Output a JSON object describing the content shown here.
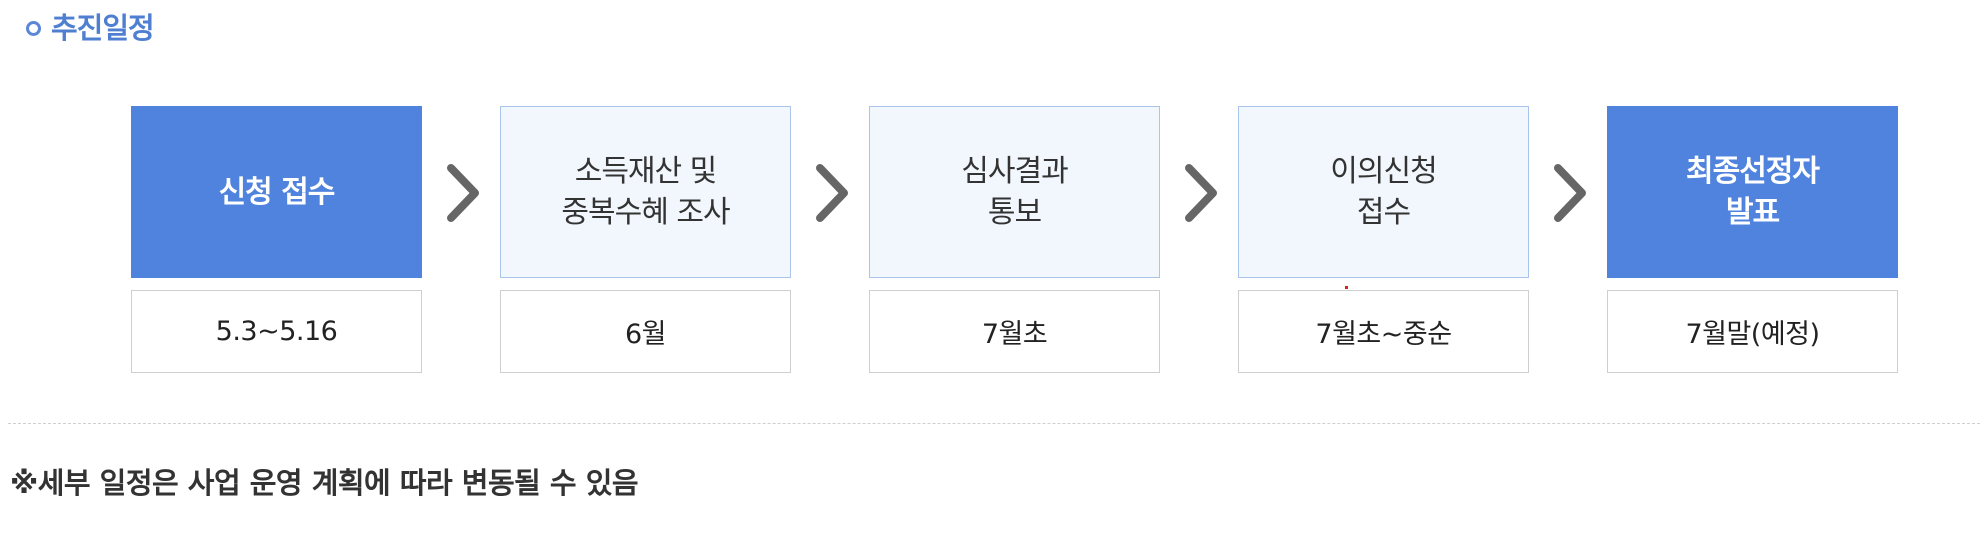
{
  "section": {
    "title": "추진일정"
  },
  "steps": [
    {
      "label": "신청 접수",
      "date": "5.3~5.16"
    },
    {
      "label": "소득재산 및\n중복수혜 조사",
      "date": "6월"
    },
    {
      "label": "심사결과\n통보",
      "date": "7월초"
    },
    {
      "label": "이의신청\n접수",
      "date": "7월초~중순"
    },
    {
      "label": "최종선정자\n발표",
      "date": "7월말(예정)"
    }
  ],
  "note": "※세부 일정은 사업 운영 계획에 따라 변동될 수 있음",
  "icons": {
    "title_bullet": "circle-bullet-icon",
    "step_arrow": "chevron-right-icon"
  },
  "colors": {
    "accent": "#5083dd",
    "title": "#4f7fd0",
    "step_bg": "#f2f7fe",
    "step_border": "#aac5ec",
    "arrow": "#666666"
  }
}
